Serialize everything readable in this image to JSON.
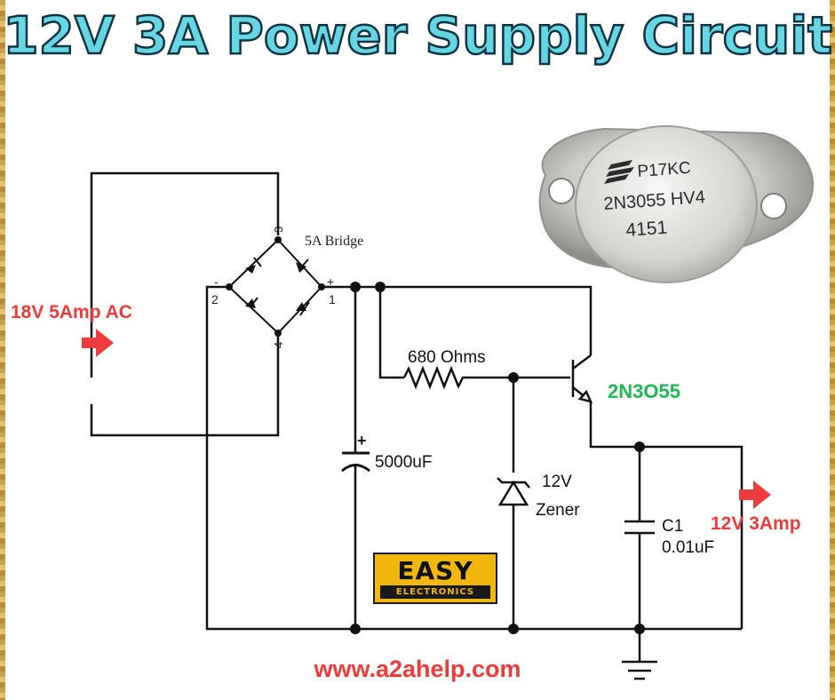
{
  "title": "12V 3A Power Supply Circuit",
  "input_label": "18V 5Amp AC",
  "output_label": "12V 3Amp",
  "transistor_label": "2N3O55",
  "website": "www.a2ahelp.com",
  "logo": {
    "top": "EASY",
    "bottom": "ELECTRONICS"
  },
  "bridge": {
    "label": "5A Bridge",
    "pins": {
      "p1": "1",
      "p2": "2",
      "p3": "3",
      "p4": "4"
    },
    "plus": "+",
    "minus": "-"
  },
  "resistor_label": "680 Ohms",
  "capacitor_main": {
    "label": "5000uF",
    "plus": "+"
  },
  "zener": {
    "line1": "12V",
    "line2": "Zener"
  },
  "capacitor_c1": {
    "name": "C1",
    "value": "0.01uF"
  },
  "transistor_photo": {
    "line1": "P17KC",
    "line2": "2N3055 HV4",
    "line3": "4151"
  },
  "colors": {
    "title_fill": "#67d6e3",
    "title_outline": "#0f3346",
    "red": "#ee3b3b",
    "green": "#1db954",
    "wire": "#111111",
    "logo_yellow": "#f2b70e"
  }
}
